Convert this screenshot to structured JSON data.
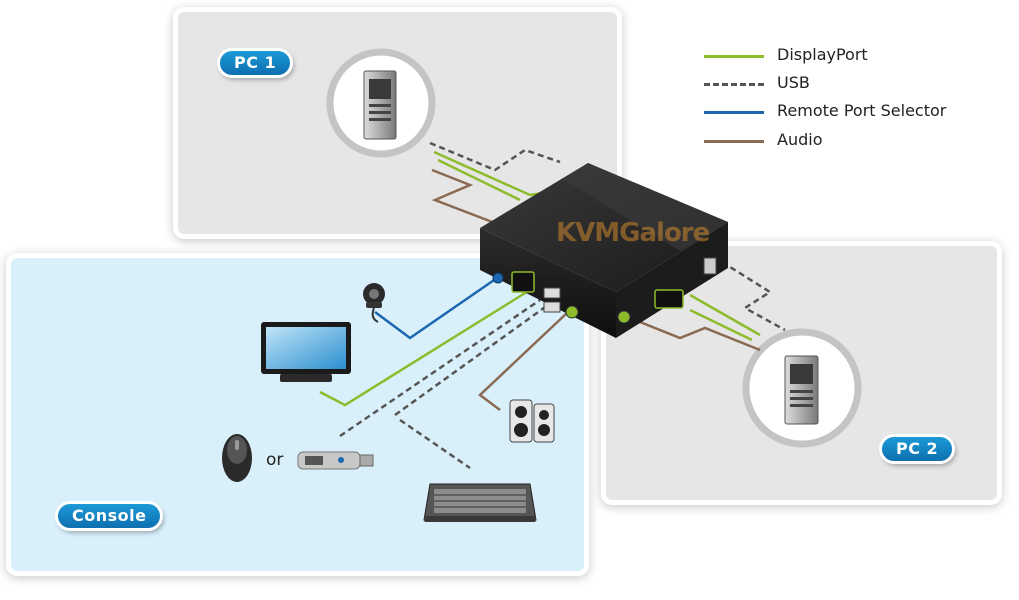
{
  "panels": {
    "pc1": "PC 1",
    "pc2": "PC 2",
    "console": "Console"
  },
  "legend": [
    {
      "label": "DisplayPort",
      "color": "#8dbb2c",
      "style": "solid"
    },
    {
      "label": "USB",
      "color": "#555555",
      "style": "dashed"
    },
    {
      "label": "Remote Port Selector",
      "color": "#1b67b0",
      "style": "solid"
    },
    {
      "label": "Audio",
      "color": "#8a6a52",
      "style": "solid"
    }
  ],
  "or_text": "or",
  "watermark": "KVMGalore"
}
